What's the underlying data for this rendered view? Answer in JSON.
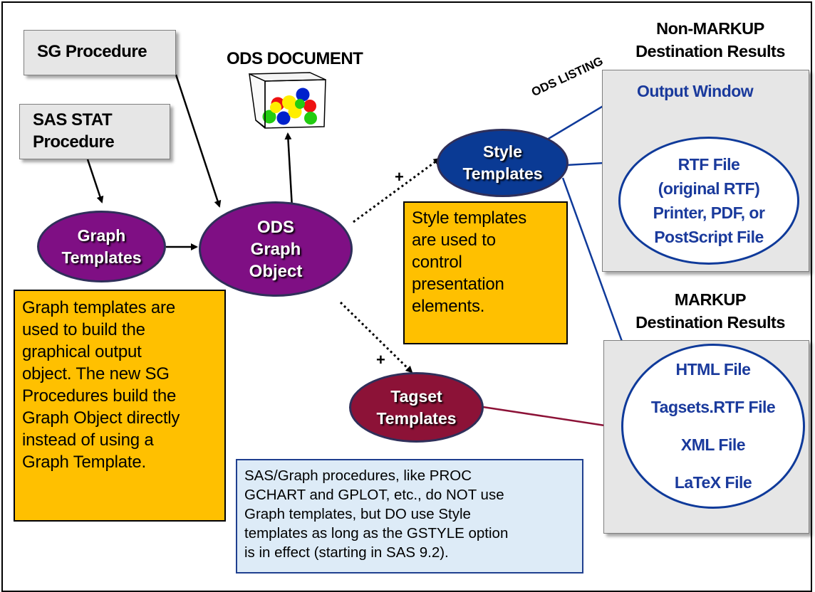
{
  "sources": {
    "sg_procedure": "SG Procedure",
    "sas_stat_line1": "SAS STAT",
    "sas_stat_line2": "Procedure"
  },
  "ods_document_label": "ODS DOCUMENT",
  "nodes": {
    "graph_templates": [
      "Graph",
      "Templates"
    ],
    "ods_graph_object": [
      "ODS",
      "Graph",
      "Object"
    ],
    "style_templates": [
      "Style",
      "Templates"
    ],
    "tagset_templates": [
      "Tagset",
      "Templates"
    ]
  },
  "plus_sign": "+",
  "ods_listing_label": "ODS LISTING",
  "notes": {
    "graph_templates_note": [
      "Graph templates are",
      "used to build the",
      "graphical output",
      "object. The new SG",
      "Procedures build the",
      "Graph Object directly",
      "instead of using a",
      "Graph Template."
    ],
    "style_templates_note": [
      "Style templates",
      "are used to",
      "control",
      "presentation",
      "elements."
    ],
    "sasgraph_note": [
      "SAS/Graph procedures, like PROC",
      "GCHART and GPLOT, etc., do NOT use",
      "Graph templates, but DO use Style",
      "templates as long as the GSTYLE option",
      "is in effect (starting in SAS 9.2)."
    ]
  },
  "non_markup": {
    "heading": [
      "Non-MARKUP",
      "Destination Results"
    ],
    "output_window": "Output Window",
    "rtf_group": [
      "RTF File",
      "(original RTF)",
      "Printer, PDF, or",
      "PostScript File"
    ]
  },
  "markup": {
    "heading": [
      "MARKUP",
      "Destination Results"
    ],
    "files": [
      "HTML File",
      "Tagsets.RTF File",
      "XML File",
      "LaTeX File"
    ]
  },
  "colors": {
    "purple": "#7f0f84",
    "navy": "#0a3a94",
    "maroon": "#8c1237",
    "note_orange": "#ffc000",
    "note_blue": "#ddebf7",
    "dest_blue": "#1a3a9c"
  }
}
